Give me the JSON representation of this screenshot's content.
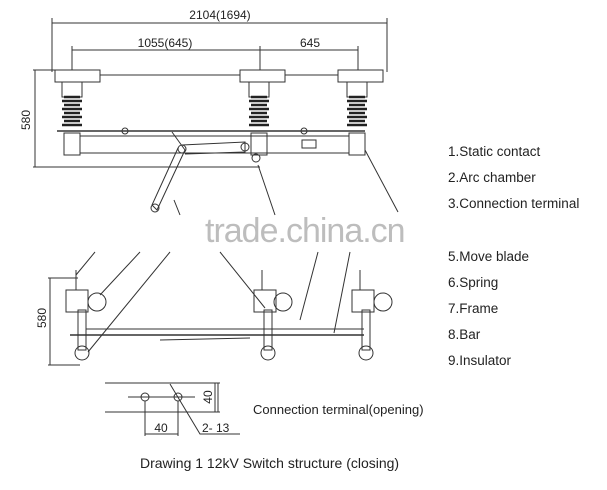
{
  "dimensions": {
    "overall_width": "2104(1694)",
    "left_span": "1055(645)",
    "right_span": "645",
    "top_height": "580",
    "bottom_height": "580",
    "terminal_height": "40",
    "terminal_spacing": "40",
    "terminal_holes": "2-   13"
  },
  "legend": [
    "1.Static contact",
    "2.Arc chamber",
    "3.Connection terminal",
    "5.Move blade",
    "6.Spring",
    "7.Frame",
    "8.Bar",
    "9.Insulator"
  ],
  "terminal_caption": "Connection terminal(opening)",
  "caption": "Drawing 1  12kV Switch structure (closing)",
  "watermark": "trade.china.cn"
}
